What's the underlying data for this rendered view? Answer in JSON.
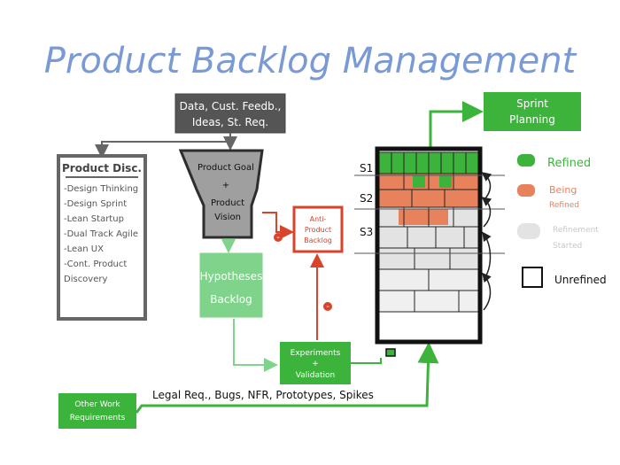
{
  "title": "Product Backlog Management",
  "inputs_box": {
    "line1": "Data, Cust. Feedb.,",
    "line2": "Ideas, St. Req."
  },
  "product_disc": {
    "heading": "Product Disc.",
    "items": [
      "-Design Thinking",
      "-Design Sprint",
      "-Lean Startup",
      "-Dual Track Agile",
      "-Lean UX",
      "-Cont. Product",
      "Discovery"
    ]
  },
  "funnel": {
    "line1": "Product Goal",
    "line2": "+",
    "line3": "Product",
    "line4": "Vision"
  },
  "hypotheses": {
    "line1": "Hypotheses",
    "line2": "Backlog"
  },
  "anti_backlog": {
    "line1": "Anti-",
    "line2": "Product",
    "line3": "Backlog"
  },
  "minus_sign": "-",
  "experiments": {
    "line1": "Experiments",
    "line2": "+",
    "line3": "Validation"
  },
  "other_work": {
    "line1": "Other Work",
    "line2": "Requirements"
  },
  "other_work_items": "Legal Req., Bugs, NFR, Prototypes, Spikes",
  "sprint_planning": {
    "line1": "Sprint",
    "line2": "Planning"
  },
  "sprint_labels": [
    "S1",
    "S2",
    "S3"
  ],
  "legend": {
    "refined": "Refined",
    "being_refined_1": "Being",
    "being_refined_2": "Refined",
    "refinement_started_1": "Refinement",
    "refinement_started_2": "Started",
    "unrefined": "Unrefined"
  },
  "colors": {
    "title": "#7a9ad6",
    "green": "#3cb43c",
    "light_green": "#7fd38a",
    "orange": "#e8825c",
    "red": "#d9432a",
    "light_gray": "#e3e3e3",
    "dark_gray": "#555555",
    "black": "#111111"
  }
}
